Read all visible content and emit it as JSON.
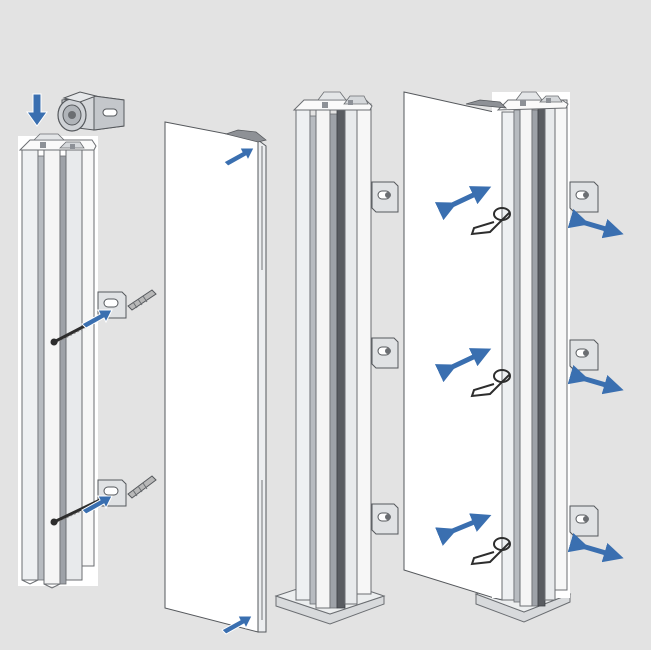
{
  "diagram": {
    "colors": {
      "background": "#e3e3e3",
      "profile_light": "#f2f2f2",
      "profile_mid": "#cfd2d6",
      "profile_dark": "#8c9096",
      "outline": "#55585c",
      "panel": "#ffffff",
      "arrow_blue": "#3a6fb0",
      "arrow_edge": "#ffffff",
      "bracket": "#d8d8d8",
      "screw": "#3a3a3a",
      "anchor": "#b8b8b8"
    },
    "steps": [
      {
        "id": "step-1",
        "parts": [
          "aluminium-profile",
          "top-connector",
          "wall-brackets",
          "wall-plugs",
          "screws"
        ]
      },
      {
        "id": "step-2",
        "parts": [
          "glass-panel"
        ]
      },
      {
        "id": "step-3",
        "parts": [
          "aluminium-profile",
          "wall-brackets",
          "floor-plate"
        ]
      },
      {
        "id": "step-4",
        "parts": [
          "glass-panel",
          "aluminium-profile",
          "spring-clips",
          "wall-brackets",
          "floor-plate"
        ]
      }
    ],
    "icons": {
      "down_arrow": "down-arrow-icon",
      "insert_arrow": "insert-arrow-icon",
      "adjust_arrow": "double-arrow-icon",
      "spring_clip": "spring-clip-icon",
      "screw": "screw-icon",
      "wall_plug": "wall-plug-icon",
      "bracket": "wall-bracket-icon"
    }
  }
}
